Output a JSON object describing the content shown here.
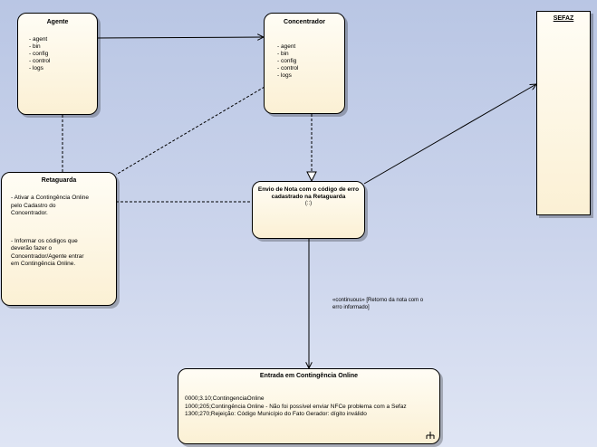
{
  "nodes": {
    "agente": {
      "title": "Agente",
      "items": [
        "- agent",
        "- bin",
        "- config",
        "- control",
        "- logs"
      ]
    },
    "concentrador": {
      "title": "Concentrador",
      "items": [
        "- agent",
        "- bin",
        "- config",
        "- control",
        "- logs"
      ]
    },
    "sefaz": {
      "title": "SEFAZ"
    },
    "retaguarda": {
      "title": "Retaguarda",
      "note1": [
        "- Ativar a Contingência Online",
        "pelo Cadastro do",
        "Concentrador."
      ],
      "note2": [
        "- Informar os códigos que",
        "deverão fazer o",
        "Concentrador/Agente entrar",
        "em Contingência Online."
      ]
    },
    "envio": {
      "title_lines": [
        "Envio de Nota com o código de erro",
        "cadastrado na Retaguarda"
      ],
      "suffix": "(::)"
    },
    "entrada": {
      "title": "Entrada em Contingência Online",
      "lines": [
        "0000;3.10;ContingenciaOnline",
        "1000;205;Contingência Online - Não foi possível enviar NFCe problema com a Sefaz",
        "1300;270;Rejeição: Código Município do Fato Gerador: dígito inválido"
      ]
    }
  },
  "edge_label": [
    "«continuous» [Retorno da nota com o",
    "erro informado]"
  ],
  "colors": {
    "node_fill": "#fbf0d4",
    "background": "#c9d3ec",
    "line": "#000000"
  }
}
